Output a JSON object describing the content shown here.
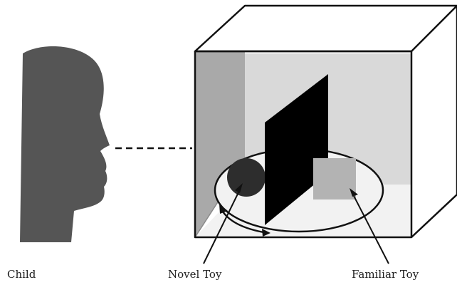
{
  "labels": {
    "child": "Child",
    "novel_toy": "Novel Toy",
    "familiar_toy": "Familiar Toy"
  },
  "colors": {
    "silhouette": "#555555",
    "back_wall": "#d9d9d9",
    "left_wall": "#a9a9a9",
    "floor": "#f2f2f2",
    "screen": "#000000",
    "novel_toy": "#2d2d2d",
    "familiar_toy": "#b3b3b3",
    "outline": "#111111"
  }
}
